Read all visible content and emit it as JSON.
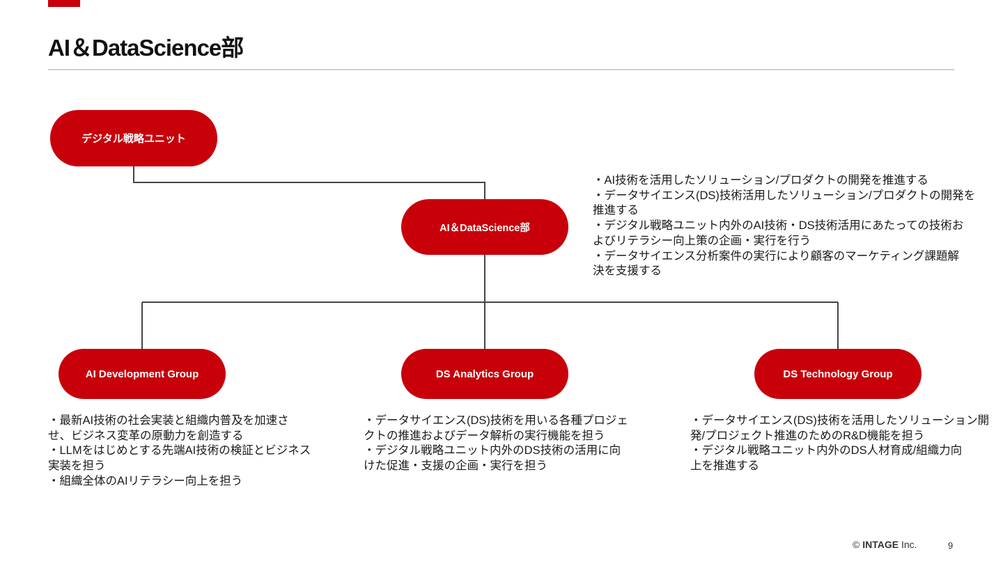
{
  "slide": {
    "title": "AI＆DataScience部",
    "accent_color": "#c8000a"
  },
  "org_chart": {
    "parent_unit": "デジタル戦略ユニット",
    "department": {
      "name": "AI＆DataScience部",
      "description": [
        "・AI技術を活用したソリューション/プロダクトの開発を推進する",
        "・データサイエンス(DS)技術活用したソリューション/プロダクトの開発を",
        "推進する",
        "・デジタル戦略ユニット内外のAI技術・DS技術活用にあたっての技術お",
        "よびリテラシー向上策の企画・実行を行う",
        "・データサイエンス分析案件の実行により顧客のマーケティング課題解",
        "決を支援する"
      ]
    },
    "groups": [
      {
        "name": "AI Development Group",
        "description": [
          "・最新AI技術の社会実装と組織内普及を加速さ",
          "せ、ビジネス変革の原動力を創造する",
          "・LLMをはじめとする先端AI技術の検証とビジネス",
          "実装を担う",
          "・組織全体のAIリテラシー向上を担う"
        ]
      },
      {
        "name": "DS Analytics Group",
        "description": [
          "・データサイエンス(DS)技術を用いる各種プロジェ",
          "クトの推進およびデータ解析の実行機能を担う",
          "・デジタル戦略ユニット内外のDS技術の活用に向",
          "けた促進・支援の企画・実行を担う"
        ]
      },
      {
        "name": "DS Technology Group",
        "description": [
          "・データサイエンス(DS)技術を活用したソリューション開",
          "発/プロジェクト推進のためのR&D機能を担う",
          "・デジタル戦略ユニット内外のDS人材育成/組織力向",
          "上を推進する"
        ]
      }
    ]
  },
  "footer": {
    "copyright_symbol": "©",
    "company": "INTAGE",
    "company_suffix": "Inc.",
    "page_number": "9"
  }
}
